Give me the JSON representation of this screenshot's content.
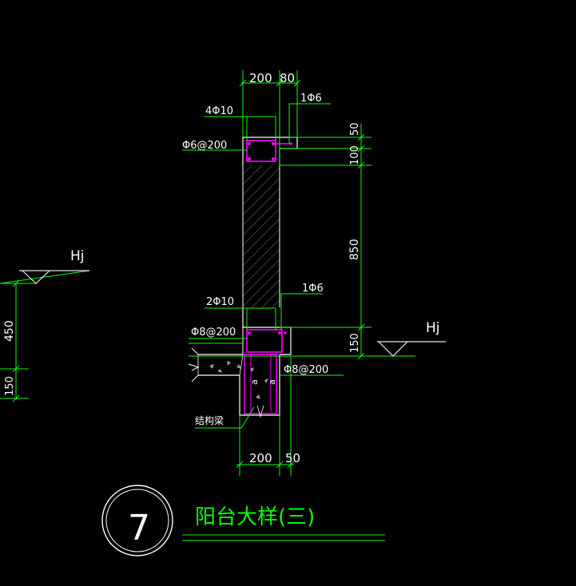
{
  "colors": {
    "background": "#000000",
    "dimension": "#00ff00",
    "outline": "#ffffff",
    "rebar": "#ff00ff",
    "hatch": "#9a9a9a",
    "marker": "#e8e8e8"
  },
  "dimensions": {
    "top_width": "200",
    "top_offset": "80",
    "vertical_50": "50",
    "vertical_100": "100",
    "vertical_850": "850",
    "vertical_150_right": "150",
    "left_450": "450",
    "left_150": "150",
    "bottom_width": "200",
    "bottom_offset": "50"
  },
  "labels": {
    "top_bars": "4Φ10",
    "top_tie": "1Φ6",
    "top_stirrup": "Φ6@200",
    "mid_bars": "2Φ10",
    "mid_tie": "1Φ6",
    "mid_stirrup": "Φ8@200",
    "beam_stirrup": "Φ8@200",
    "beam_label": "结构梁",
    "level_left": "Hj",
    "level_right": "Hj"
  },
  "title": {
    "number": "7",
    "text": "阳台大样(三)"
  }
}
